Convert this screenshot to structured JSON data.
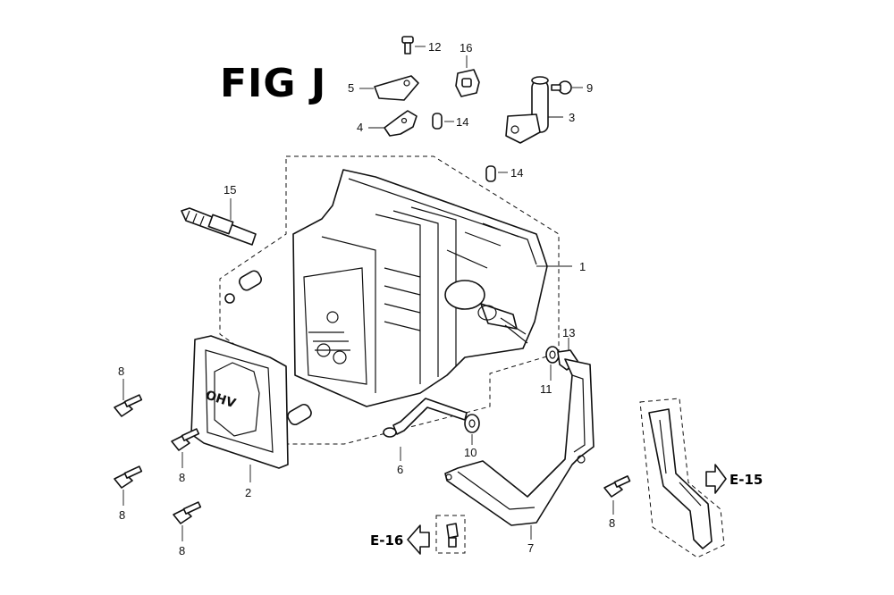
{
  "figure": {
    "title": "FIG J"
  },
  "references": {
    "e15": "E-15",
    "e16": "E-16"
  },
  "cover_emblem": "OHV",
  "callouts": {
    "p1": "1",
    "p2": "2",
    "p3": "3",
    "p4": "4",
    "p5": "5",
    "p6": "6",
    "p7": "7",
    "p8a": "8",
    "p8b": "8",
    "p8c": "8",
    "p8d": "8",
    "p8e": "8",
    "p9": "9",
    "p10": "10",
    "p11": "11",
    "p12": "12",
    "p13": "13",
    "p14a": "14",
    "p14b": "14",
    "p15": "15",
    "p16": "16"
  }
}
